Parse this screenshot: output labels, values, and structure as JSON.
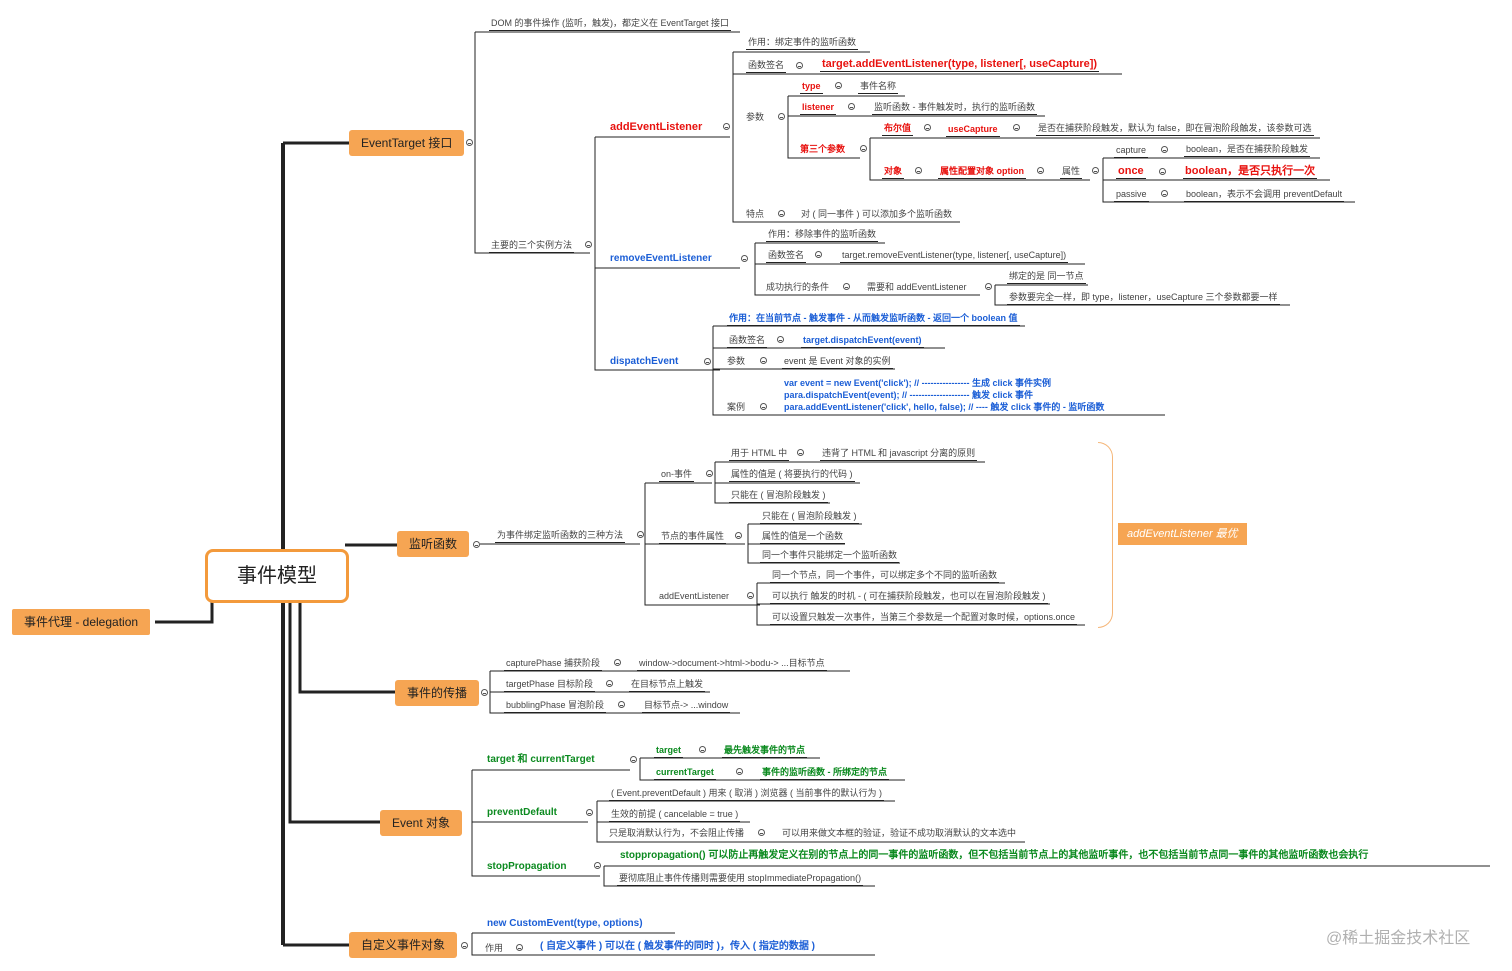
{
  "root": {
    "label": "事件模型"
  },
  "delegation": {
    "label": "事件代理 - delegation"
  },
  "eventtarget": {
    "label": "EventTarget 接口",
    "dom_note": "DOM 的事件操作 (监听，触发)，都定义在 EventTarget 接口",
    "methods_label": "主要的三个实例方法",
    "add": {
      "label": "addEventListener",
      "role": "作用：绑定事件的监听函数",
      "sig_label": "函数签名",
      "sig": "target.addEventListener(type, listener[, useCapture])",
      "params_label": "参数",
      "type": "type",
      "type_desc": "事件名称",
      "listener": "listener",
      "listener_desc": "监听函数 - 事件触发时，执行的监听函数",
      "third": "第三个参数",
      "bool": "布尔值",
      "usecapture": "useCapture",
      "usecapture_desc": "是否在捕获阶段触发，默认为 false，即在冒泡阶段触发，该参数可选",
      "obj": "对象",
      "option": "属性配置对象 option",
      "attr": "属性",
      "capture": "capture",
      "capture_desc": "boolean，是否在捕获阶段触发",
      "once": "once",
      "once_desc": "boolean，是否只执行一次",
      "passive": "passive",
      "passive_desc": "boolean，表示不会调用 preventDefault",
      "feature_label": "特点",
      "feature": "对 ( 同一事件 ) 可以添加多个监听函数"
    },
    "remove": {
      "label": "removeEventListener",
      "role": "作用：移除事件的监听函数",
      "sig_label": "函数签名",
      "sig": "target.removeEventListener(type, listener[, useCapture])",
      "cond_label": "成功执行的条件",
      "cond": "需要和 addEventListener",
      "cond1": "绑定的是 同一节点",
      "cond2": "参数要完全一样，即 type，listener，useCapture 三个参数都要一样"
    },
    "dispatch": {
      "label": "dispatchEvent",
      "role": "作用：在当前节点 - 触发事件 - 从而触发监听函数 - 返回一个 boolean 值",
      "sig_label": "函数签名",
      "sig": "target.dispatchEvent(event)",
      "param_label": "参数",
      "param": "event 是 Event 对象的实例",
      "case_label": "案例",
      "code1": "var event = new Event('click'); // ---------------- 生成 click 事件实例",
      "code2": "para.dispatchEvent(event); // -------------------- 触发 click 事件",
      "code3": "para.addEventListener('click', hello, false); // ---- 触发 click 事件的 - 监听函数"
    }
  },
  "listen": {
    "label": "监听函数",
    "three": "为事件绑定监听函数的三种方法",
    "on": "on-事件",
    "on_html": "用于 HTML 中",
    "on_html_desc": "违背了 HTML 和 javascript 分离的原则",
    "on_val": "属性的值是 ( 将要执行的代码 )",
    "on_bubble": "只能在 ( 冒泡阶段触发 )",
    "prop": "节点的事件属性",
    "prop_bubble": "只能在 ( 冒泡阶段触发 )",
    "prop_val": "属性的值是一个函数",
    "prop_one": "同一个事件只能绑定一个监听函数",
    "ael": "addEventListener",
    "ael1": "同一个节点，同一个事件，可以绑定多个不同的监听函数",
    "ael2": "可以执行 触发的时机 - ( 可在捕获阶段触发，也可以在冒泡阶段触发 )",
    "ael3": "可以设置只触发一次事件，当第三个参数是一个配置对象时候，options.once",
    "best": "addEventListener 最优"
  },
  "propagation": {
    "label": "事件的传播",
    "capture": "capturePhase 捕获阶段",
    "capture_desc": "window->document->html->bodu-> ...目标节点",
    "target": "targetPhase 目标阶段",
    "target_desc": "在目标节点上触发",
    "bubble": "bubblingPhase 冒泡阶段",
    "bubble_desc": "目标节点-> ...window"
  },
  "event_obj": {
    "label": "Event 对象",
    "tc": "target 和 currentTarget",
    "target": "target",
    "target_desc": "最先触发事件的节点",
    "current": "currentTarget",
    "current_desc": "事件的监听函数 - 所绑定的节点",
    "pd": "preventDefault",
    "pd1": "( Event.preventDefault ) 用来 ( 取消 ) 浏览器 ( 当前事件的默认行为 )",
    "pd2": "生效的前提 ( cancelable = true )",
    "pd3": "只是取消默认行为，不会阻止传播",
    "pd3_desc": "可以用来做文本框的验证，验证不成功取消默认的文本选中",
    "sp": "stopPropagation",
    "sp1": "stoppropagation() 可以防止再触发定义在别的节点上的同一事件的监听函数，但不包括当前节点上的其他监听事件，也不包括当前节点同一事件的其他监听函数也会执行",
    "sp2": "要彻底阻止事件传播则需要使用 stopImmediatePropagation()"
  },
  "custom": {
    "label": "自定义事件对象",
    "ctor": "new CustomEvent(type, options)",
    "role_label": "作用",
    "role": "( 自定义事件 ) 可以在 ( 触发事件的同时 )，传入 ( 指定的数据 )"
  },
  "watermark": "@稀土掘金技术社区"
}
